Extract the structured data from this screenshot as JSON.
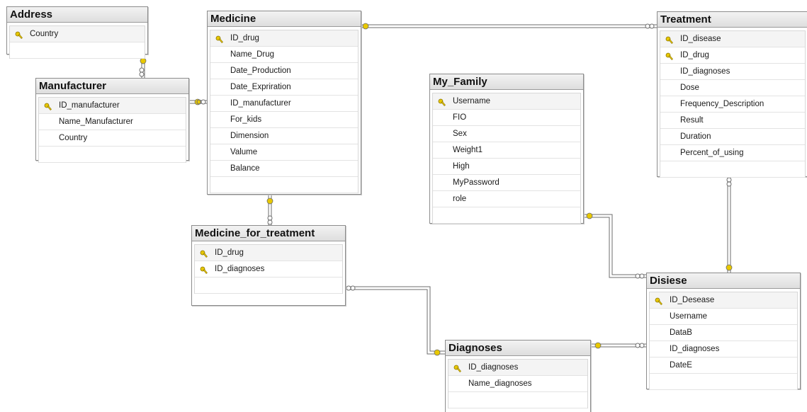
{
  "tables": {
    "address": {
      "title": "Address",
      "columns": [
        {
          "name": "Country",
          "key": true
        }
      ]
    },
    "manufacturer": {
      "title": "Manufacturer",
      "columns": [
        {
          "name": "ID_manufacturer",
          "key": true
        },
        {
          "name": "Name_Manufacturer",
          "key": false
        },
        {
          "name": "Country",
          "key": false
        }
      ]
    },
    "medicine": {
      "title": "Medicine",
      "columns": [
        {
          "name": "ID_drug",
          "key": true
        },
        {
          "name": "Name_Drug",
          "key": false
        },
        {
          "name": "Date_Production",
          "key": false
        },
        {
          "name": "Date_Expriration",
          "key": false
        },
        {
          "name": "ID_manufacturer",
          "key": false
        },
        {
          "name": "For_kids",
          "key": false
        },
        {
          "name": "Dimension",
          "key": false
        },
        {
          "name": "Valume",
          "key": false
        },
        {
          "name": "Balance",
          "key": false
        }
      ]
    },
    "medicine_for_treatment": {
      "title": "Medicine_for_treatment",
      "columns": [
        {
          "name": "ID_drug",
          "key": true
        },
        {
          "name": "ID_diagnoses",
          "key": true
        }
      ]
    },
    "my_family": {
      "title": "My_Family",
      "columns": [
        {
          "name": "Username",
          "key": true
        },
        {
          "name": "FIO",
          "key": false
        },
        {
          "name": "Sex",
          "key": false
        },
        {
          "name": "Weight1",
          "key": false
        },
        {
          "name": "High",
          "key": false
        },
        {
          "name": "MyPassword",
          "key": false
        },
        {
          "name": "role",
          "key": false
        }
      ]
    },
    "treatment": {
      "title": "Treatment",
      "columns": [
        {
          "name": "ID_disease",
          "key": true
        },
        {
          "name": "ID_drug",
          "key": true
        },
        {
          "name": "ID_diagnoses",
          "key": false
        },
        {
          "name": "Dose",
          "key": false
        },
        {
          "name": "Frequency_Description",
          "key": false
        },
        {
          "name": "Result",
          "key": false
        },
        {
          "name": "Duration",
          "key": false
        },
        {
          "name": "Percent_of_using",
          "key": false
        }
      ]
    },
    "disiese": {
      "title": "Disiese",
      "columns": [
        {
          "name": "ID_Desease",
          "key": true
        },
        {
          "name": "Username",
          "key": false
        },
        {
          "name": "DataB",
          "key": false
        },
        {
          "name": "ID_diagnoses",
          "key": false
        },
        {
          "name": "DateE",
          "key": false
        }
      ]
    },
    "diagnoses": {
      "title": "Diagnoses",
      "columns": [
        {
          "name": "ID_diagnoses",
          "key": true
        },
        {
          "name": "Name_diagnoses",
          "key": false
        }
      ]
    }
  },
  "colors": {
    "key": "#e8c800",
    "line": "#6e6e6e"
  }
}
